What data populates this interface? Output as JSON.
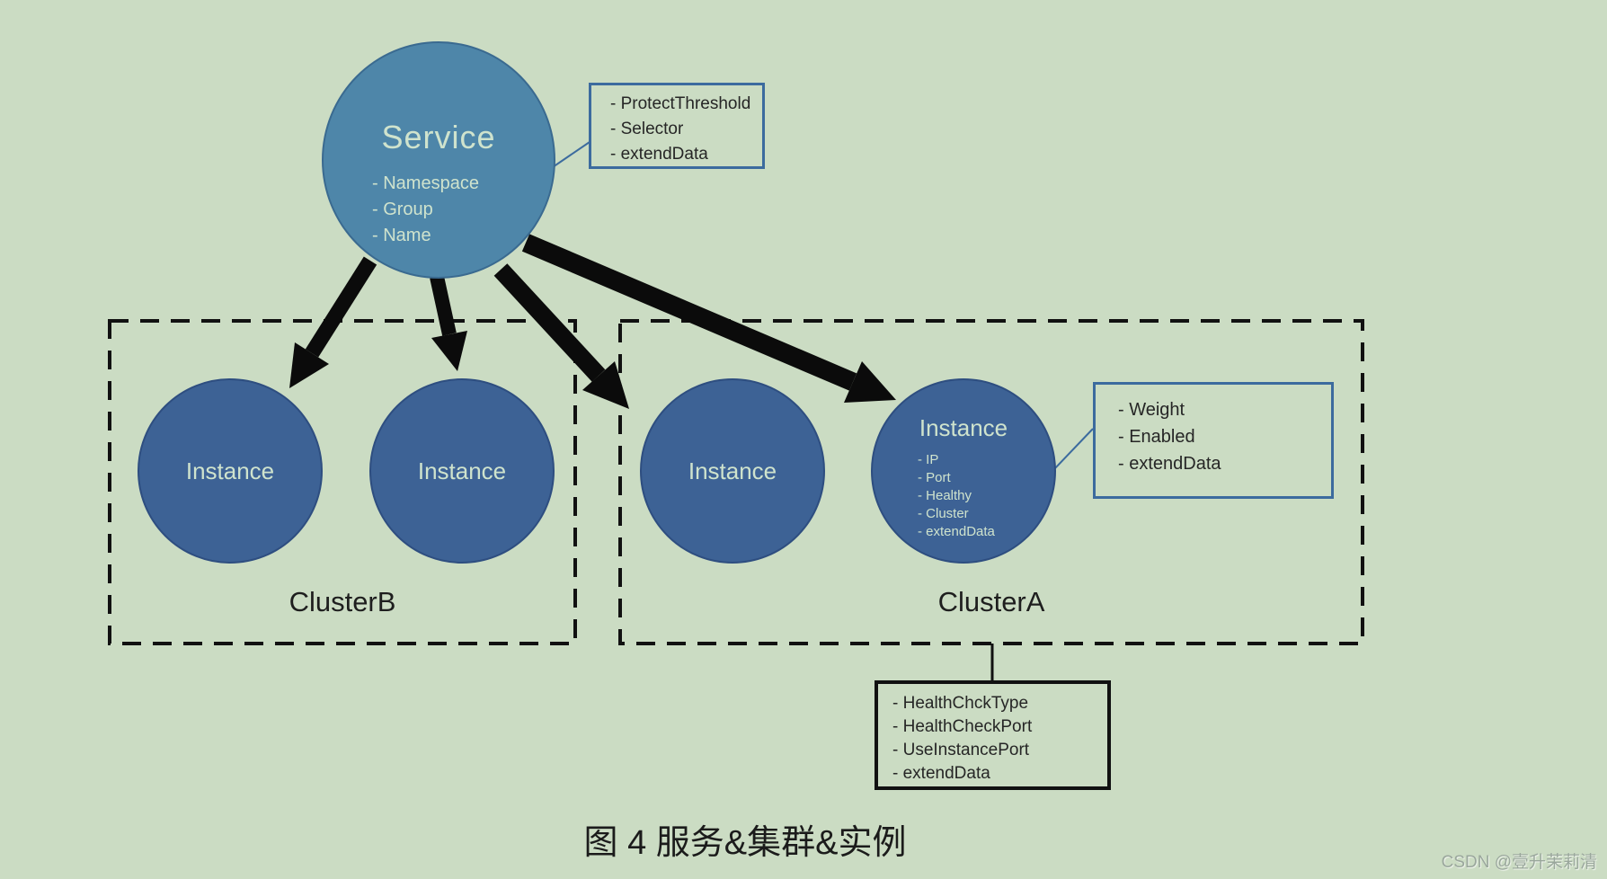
{
  "service": {
    "title": "Service",
    "attrs": [
      "- Namespace",
      "- Group",
      "- Name"
    ]
  },
  "protect_box": {
    "items": [
      "- ProtectThreshold",
      "- Selector",
      "- extendData"
    ]
  },
  "weight_box": {
    "items": [
      "- Weight",
      "- Enabled",
      "- extendData"
    ]
  },
  "health_box": {
    "items": [
      "- HealthChckType",
      "- HealthCheckPort",
      "- UseInstancePort",
      "- extendData"
    ]
  },
  "cluster_b": {
    "label": "ClusterB",
    "instance1": "Instance",
    "instance2": "Instance"
  },
  "cluster_a": {
    "label": "ClusterA",
    "instance1": "Instance",
    "instance2": {
      "title": "Instance",
      "attrs": [
        "- IP",
        "- Port",
        "- Healthy",
        "- Cluster",
        "- extendData"
      ]
    }
  },
  "caption": "图 4  服务&集群&实例",
  "watermark": "CSDN @壹升茉莉清",
  "colors": {
    "background": "#cbdcc3",
    "service_fill": "#4e86a9",
    "service_border": "#3a6a90",
    "instance_fill": "#3d6295",
    "instance_border": "#2e4e80",
    "circle_text": "#cfe3cd",
    "callout_border_blue": "#3c6b9e",
    "line_black": "#111111",
    "text_dark": "#262626",
    "watermark_gray": "#9aa79c"
  }
}
